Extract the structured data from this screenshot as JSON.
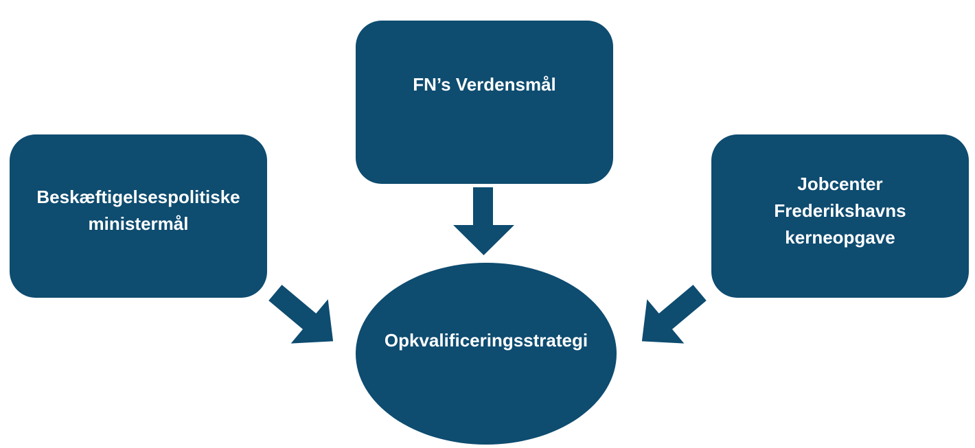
{
  "diagram": {
    "title": "Opkvalificeringsstrategi influence diagram",
    "background_color": "#ffffff",
    "shape_color": "#0E4C70",
    "text_color": "#ffffff",
    "nodes": {
      "top_box": {
        "label": "FN’s Verdensmål"
      },
      "left_box": {
        "label": "Beskæftigelsespolitiske ministermål"
      },
      "right_box": {
        "label": "Jobcenter Frederikshavns kerneopgave"
      },
      "center_ellipse": {
        "label": "Opkvalificeringsstrategi"
      }
    },
    "arrows": {
      "top_to_center": "block arrow pointing down from FN’s Verdensmål to Opkvalificeringsstrategi",
      "left_to_center": "block arrow pointing down-right from Beskæftigelsespolitiske ministermål to Opkvalificeringsstrategi",
      "right_to_center": "block arrow pointing down-left from Jobcenter Frederikshavns kerneopgave to Opkvalificeringsstrategi"
    }
  }
}
